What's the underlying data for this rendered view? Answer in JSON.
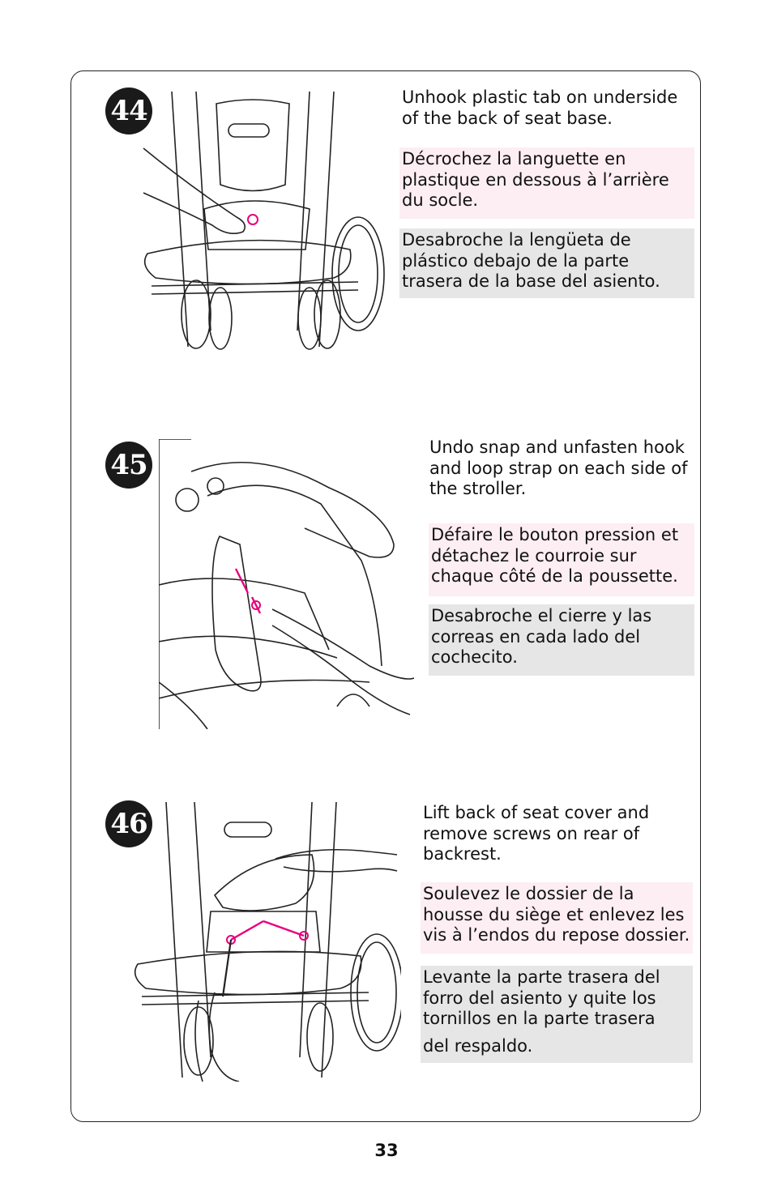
{
  "steps": [
    {
      "number": "44",
      "en": "Unhook plastic tab on underside of the back of seat base.",
      "fr": "Décrochez la languette en plastique en dessous à l’arrière du socle.",
      "es": "Desabroche la lengüeta de plástico debajo de la parte trasera de la base del asiento."
    },
    {
      "number": "45",
      "en": "Undo snap and unfasten hook and loop strap on each side of the stroller.",
      "fr": "Défaire le bouton pression et détachez le courroie sur chaque côté de la poussette.",
      "es": "Desabroche el cierre y las correas en cada lado del cochecito."
    },
    {
      "number": "46",
      "en": "Lift back of seat cover and remove screws on rear of backrest.",
      "fr": "Soulevez le dossier de la housse du siège et enlevez les vis à l’endos du repose dossier.",
      "es": "Levante la parte trasera del forro del asiento y quite los tornillos en la parte trasera",
      "es_cont": "del respaldo."
    }
  ],
  "page_number": "33",
  "colors": {
    "accent_pink": "#e6007e",
    "fr_bg": "#fdeef3",
    "es_bg": "#e6e6e6"
  }
}
